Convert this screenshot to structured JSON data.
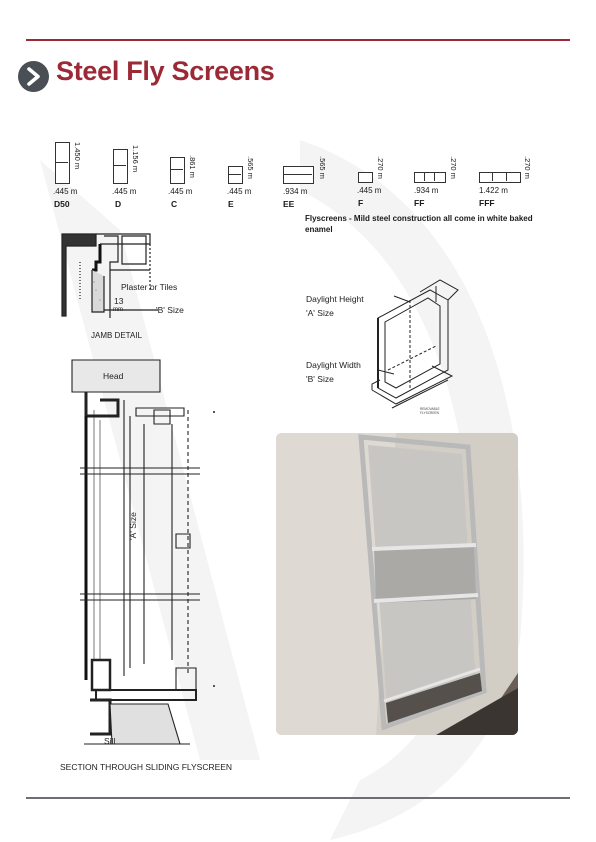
{
  "page": {
    "title": "Steel Fly Screens"
  },
  "sizes": [
    {
      "code": "D50",
      "width": ".445 m",
      "height": "1.450 m"
    },
    {
      "code": "D",
      "width": ".445 m",
      "height": "1.156 m"
    },
    {
      "code": "C",
      "width": ".445 m",
      "height": ".861 m"
    },
    {
      "code": "E",
      "width": ".445 m",
      "height": ".565 m"
    },
    {
      "code": "EE",
      "width": ".934 m",
      "height": ".565 m"
    },
    {
      "code": "F",
      "width": ".445 m",
      "height": ".270 m"
    },
    {
      "code": "FF",
      "width": ".934 m",
      "height": ".270 m"
    },
    {
      "code": "FFF",
      "width": "1.422 m",
      "height": ".270 m"
    }
  ],
  "caption": "Flyscreens - Mild steel construction all come in white baked enamel",
  "jamb": {
    "plaster": "Plaster or Tiles",
    "dim13": "13",
    "b_size": "'B' Size",
    "mm": "mm",
    "title": "JAMB DETAIL"
  },
  "daylight": {
    "height_label": "Daylight Height",
    "a_size": "'A' Size",
    "width_label": "Daylight Width",
    "b_size": "'B' Size"
  },
  "section": {
    "head": "Head",
    "a_size": "'A' Size",
    "sill": "Sill",
    "title": "SECTION THROUGH SLIDING FLYSCREEN"
  },
  "colors": {
    "accent": "#9c2a36",
    "icon": "#4a4f55",
    "rule": "#6b6f74"
  },
  "icons": {
    "title_icon": "chevron-right-icon"
  }
}
